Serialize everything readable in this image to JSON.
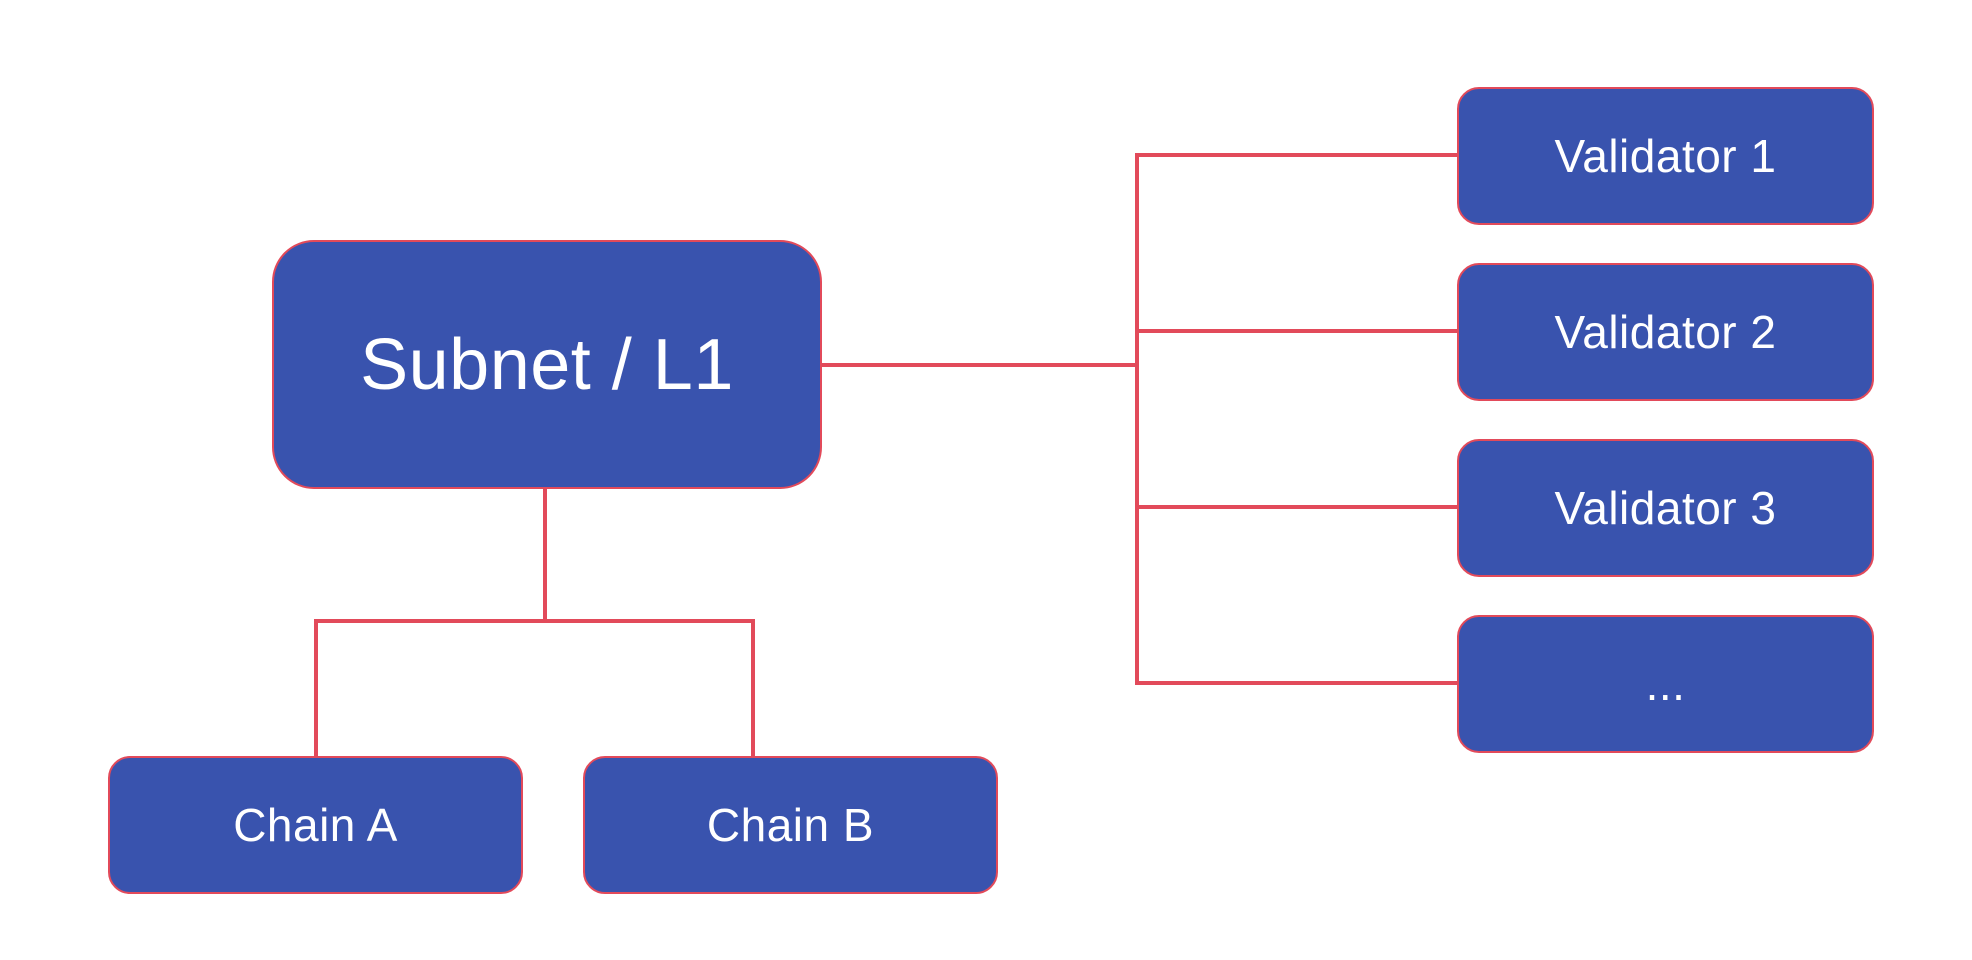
{
  "diagram": {
    "line_color": "#e24a5a",
    "node_fill": "#3953ae",
    "root": {
      "label": "Subnet / L1"
    },
    "chains": [
      {
        "label": "Chain A"
      },
      {
        "label": "Chain B"
      }
    ],
    "validators": [
      {
        "label": "Validator 1"
      },
      {
        "label": "Validator 2"
      },
      {
        "label": "Validator 3"
      },
      {
        "label": "..."
      }
    ]
  }
}
